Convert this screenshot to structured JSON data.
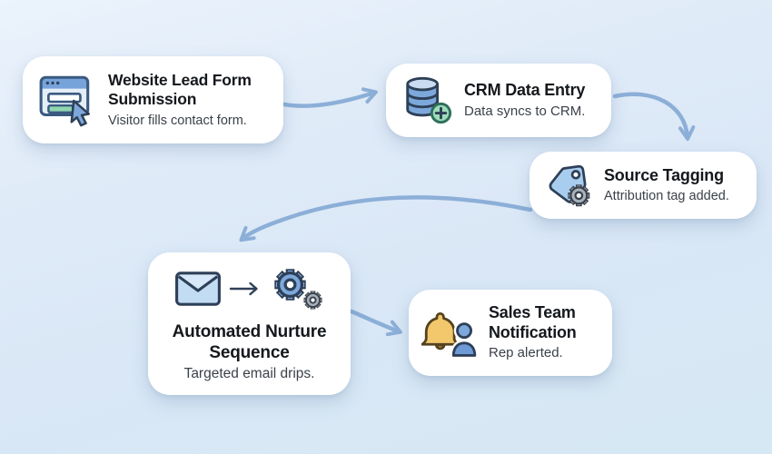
{
  "diagram": {
    "type": "flowchart",
    "topic": "Lead capture and nurture workflow"
  },
  "palette": {
    "background_top": "#ebf3fc",
    "background_bottom": "#d6e8f3",
    "card_background": "#ffffff",
    "arrow_color": "#8cafd8",
    "icon_blue": "#7da8dc",
    "icon_light_blue": "#c2dcf4",
    "icon_green": "#9eddb9",
    "icon_yellow": "#f3c76b",
    "icon_gray": "#a8b2bd",
    "outline_dark": "#2e4057",
    "title_color": "#15181c",
    "subtitle_color": "#3b4148"
  },
  "nodes": [
    {
      "id": "website-lead-form",
      "title": "Website Lead Form Submission",
      "subtitle": "Visitor fills contact form.",
      "icon": "form-cursor-icon"
    },
    {
      "id": "crm-data-entry",
      "title": "CRM Data Entry",
      "subtitle": "Data syncs to CRM.",
      "icon": "database-plus-icon"
    },
    {
      "id": "source-tagging",
      "title": "Source Tagging",
      "subtitle": "Attribution tag added.",
      "icon": "tag-gear-icon"
    },
    {
      "id": "automated-nurture",
      "title": "Automated Nurture Sequence",
      "subtitle": "Targeted email drips.",
      "icon": "email-to-gears-icon"
    },
    {
      "id": "sales-team-notification",
      "title": "Sales Team Notification",
      "subtitle": "Rep alerted.",
      "icon": "bell-person-icon"
    }
  ],
  "connections": [
    {
      "from": "website-lead-form",
      "to": "crm-data-entry"
    },
    {
      "from": "crm-data-entry",
      "to": "source-tagging"
    },
    {
      "from": "source-tagging",
      "to": "automated-nurture"
    },
    {
      "from": "automated-nurture",
      "to": "sales-team-notification"
    }
  ]
}
